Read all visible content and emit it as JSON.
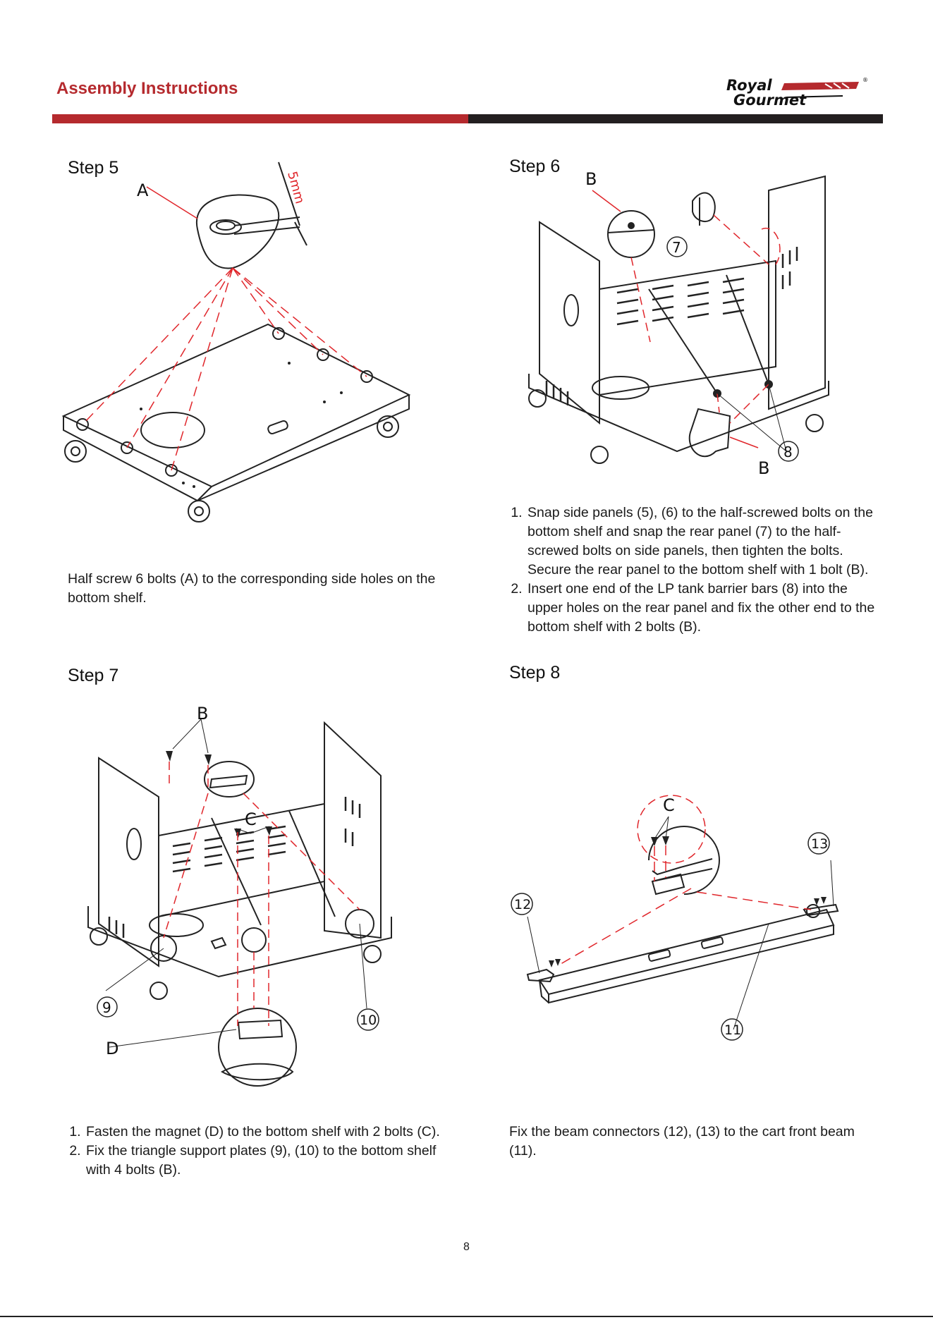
{
  "header": {
    "title": "Assembly Instructions",
    "brand_top": "Royal",
    "brand_bottom": "Gourmet",
    "registered": "®"
  },
  "colors": {
    "accent_red": "#b52a2e",
    "dark_bar": "#231f20",
    "dash_red": "#e0262b"
  },
  "step5": {
    "title": "Step 5",
    "labels": {
      "a": "A",
      "measure": "5mm"
    },
    "text": "Half screw 6 bolts (A) to the corresponding side holes on the bottom shelf."
  },
  "step6": {
    "title": "Step 6",
    "labels": {
      "b_top": "B",
      "b_bottom": "B",
      "n7": "7",
      "n8": "8"
    },
    "items": [
      "Snap side panels (5), (6) to the half-screwed bolts on the bottom shelf and snap the rear panel (7) to the half-screwed bolts on side panels, then tighten the bolts. Secure the rear panel to the bottom shelf with 1 bolt (B).",
      "Insert one end of the LP tank barrier bars (8) into the upper holes on the rear panel and fix the other end to the bottom shelf with 2 bolts (B)."
    ]
  },
  "step7": {
    "title": "Step 7",
    "labels": {
      "b": "B",
      "c": "C",
      "d": "D",
      "n9": "9",
      "n10": "10"
    },
    "items": [
      "Fasten the magnet (D) to the bottom shelf with 2 bolts (C).",
      "Fix the triangle support plates (9), (10) to the bottom shelf with 4 bolts (B)."
    ]
  },
  "step8": {
    "title": "Step 8",
    "labels": {
      "c": "C",
      "n11": "11",
      "n12": "12",
      "n13": "13"
    },
    "text": "Fix the beam connectors (12), (13) to the cart front beam (11)."
  },
  "page_number": "8"
}
